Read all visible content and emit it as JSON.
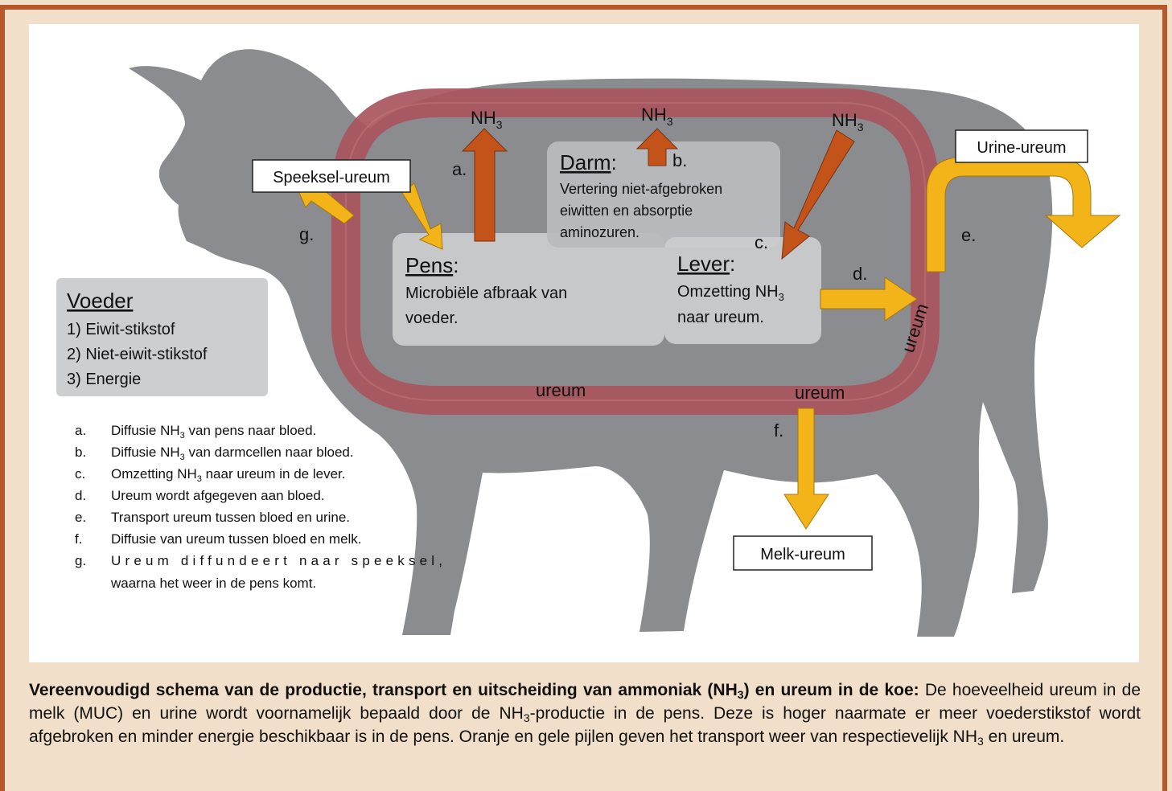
{
  "diagram": {
    "nh3_label": "NH",
    "nh3_sub": "3",
    "arrow_labels": {
      "a": "a.",
      "b": "b.",
      "c": "c.",
      "d": "d.",
      "e": "e.",
      "f": "f.",
      "g": "g."
    },
    "speeksel": "Speeksel-ureum",
    "urine": "Urine-ureum",
    "melk": "Melk-ureum",
    "pens": {
      "title": "Pens",
      "colon": ":",
      "line1": "Microbiële afbraak van",
      "line2": "voeder."
    },
    "darm": {
      "title": "Darm",
      "colon": ":",
      "line1": "Vertering niet-afgebroken",
      "line2": "eiwitten en absorptie",
      "line3": "aminozuren."
    },
    "lever": {
      "title": "Lever",
      "colon": ":",
      "line1": "Omzetting NH",
      "line1_sub": "3",
      "line2": "naar ureum."
    },
    "voeder": {
      "title": "Voeder",
      "items": [
        "1) Eiwit-stikstof",
        "2) Niet-eiwit-stikstof",
        "3) Energie"
      ]
    },
    "ureum_bottom": "ureum",
    "ureum_right": "ureum",
    "ureum_vertical": "ureum",
    "legend": [
      {
        "key": "a.",
        "text": "Diffusie NH",
        "sub": "3",
        "rest": " van pens naar bloed."
      },
      {
        "key": "b.",
        "text": "Diffusie NH",
        "sub": "3",
        "rest": " van darmcellen naar bloed."
      },
      {
        "key": "c.",
        "text": "Omzetting NH",
        "sub": "3",
        "rest": " naar ureum in de lever."
      },
      {
        "key": "d.",
        "text": "Ureum wordt afgegeven aan bloed.",
        "sub": "",
        "rest": ""
      },
      {
        "key": "e.",
        "text": "Transport ureum tussen bloed en urine.",
        "sub": "",
        "rest": ""
      },
      {
        "key": "f.",
        "text": "Diffusie van ureum tussen bloed en melk.",
        "sub": "",
        "rest": ""
      },
      {
        "key": "g.",
        "text": "Ureum diffundeert naar speeksel,",
        "sub": "",
        "rest": ""
      },
      {
        "key": "",
        "text": "waarna het weer in de pens komt.",
        "sub": "",
        "rest": ""
      }
    ],
    "colors": {
      "cow": "#8a8c8f",
      "loop": "#a8555c",
      "nh3_arrow": "#c4531a",
      "ureum_arrow": "#f2b418",
      "box": "#c9cbcd"
    }
  },
  "caption": {
    "bold_part1": "Vereenvoudigd schema van de productie, transport en uitscheiding van ammoniak (NH",
    "bold_sub": "3",
    "bold_part2": ") en ureum in de koe:",
    "text1": " De hoeveelheid ureum in de melk (MUC) en urine wordt voornamelijk bepaald door de NH",
    "text1_sub": "3",
    "text2": "-productie in de pens. Deze is hoger naarmate er meer voederstikstof wordt afgebroken en minder energie beschikbaar is in de pens. Oranje en gele pijlen geven het transport weer van respectievelijk NH",
    "text2_sub": "3",
    "text3": " en ureum."
  }
}
